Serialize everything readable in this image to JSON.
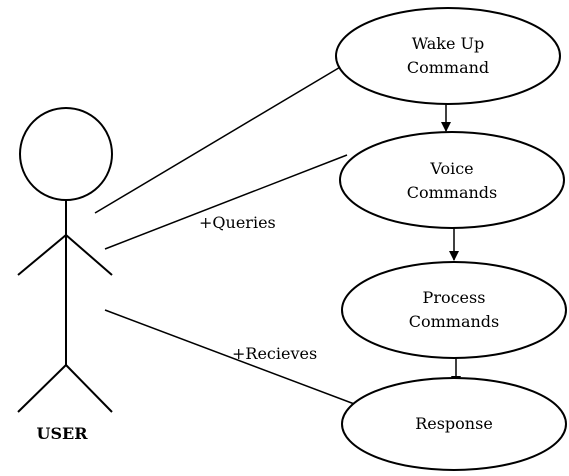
{
  "actor": {
    "name": "USER"
  },
  "use_cases": [
    {
      "line1": "Wake Up",
      "line2": "Command"
    },
    {
      "line1": "Voice",
      "line2": "Commands"
    },
    {
      "line1": "Process",
      "line2": "Commands"
    },
    {
      "line1": "Response",
      "line2": ""
    }
  ],
  "associations": {
    "queries": "+Queries",
    "receives": "+Recieves"
  },
  "colors": {
    "stroke": "#000000",
    "fill": "#ffffff"
  }
}
